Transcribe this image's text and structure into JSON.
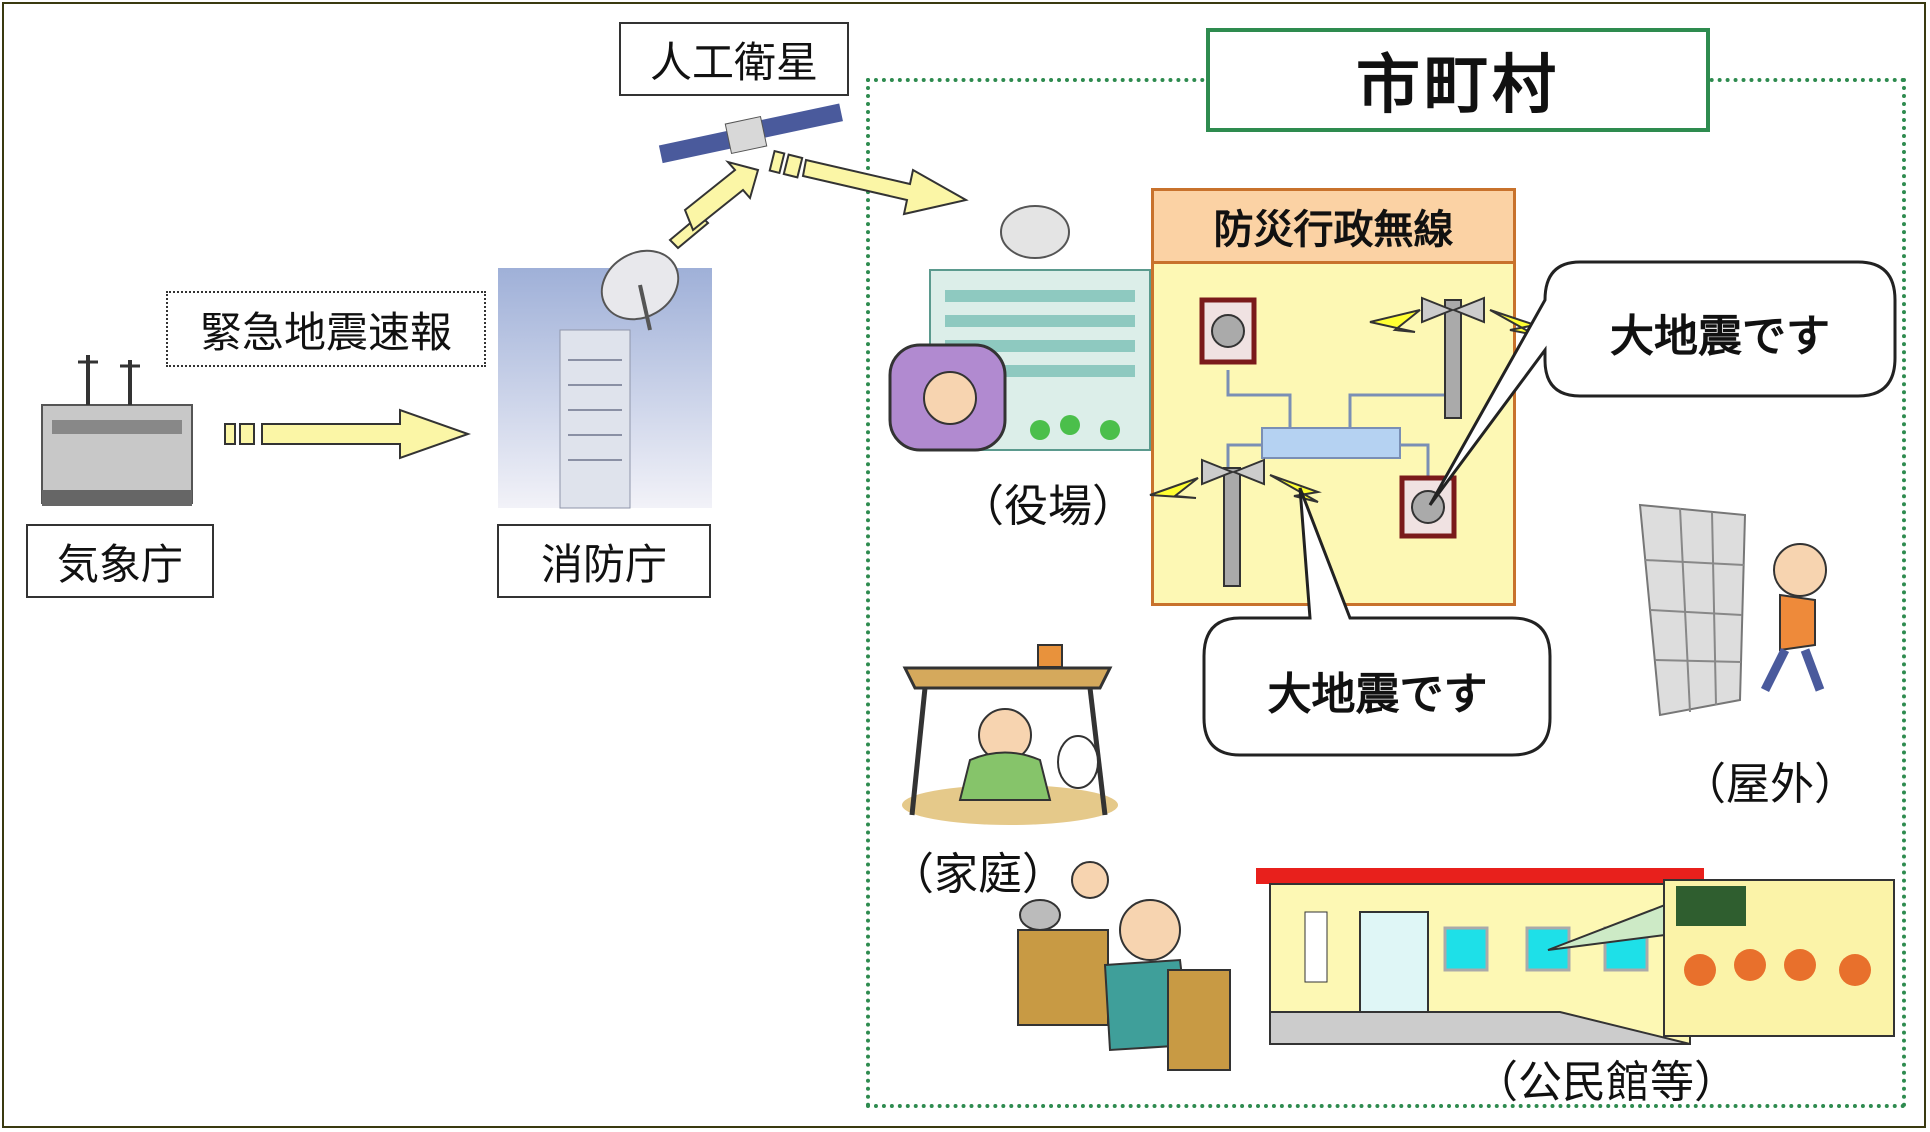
{
  "labels": {
    "jma": "気象庁",
    "fdma": "消防庁",
    "satellite": "人工衛星",
    "eew": "緊急地震速報",
    "municipality": "市町村",
    "wireless": "防災行政無線",
    "speech_top": "大地震です",
    "speech_bottom": "大地震です",
    "office": "（役場）",
    "home": "（家庭）",
    "outdoor": "（屋外）",
    "community_hall": "（公民館等）"
  },
  "colors": {
    "arrow_fill": "#fbf6a6",
    "municipality_border": "#2e8b4f",
    "panel_fill": "#fdf8b4",
    "panel_header": "#fbd2a4",
    "panel_border": "#c8722c",
    "hall_roof": "#e8201c"
  },
  "icons": [
    "weather-station-icon",
    "antenna-building-icon",
    "satellite-icon",
    "city-office-icon",
    "speaker-pole-icon",
    "indoor-speaker-icon",
    "home-under-table-icon",
    "outdoor-falling-wall-icon",
    "kitchen-family-icon",
    "community-hall-icon"
  ]
}
